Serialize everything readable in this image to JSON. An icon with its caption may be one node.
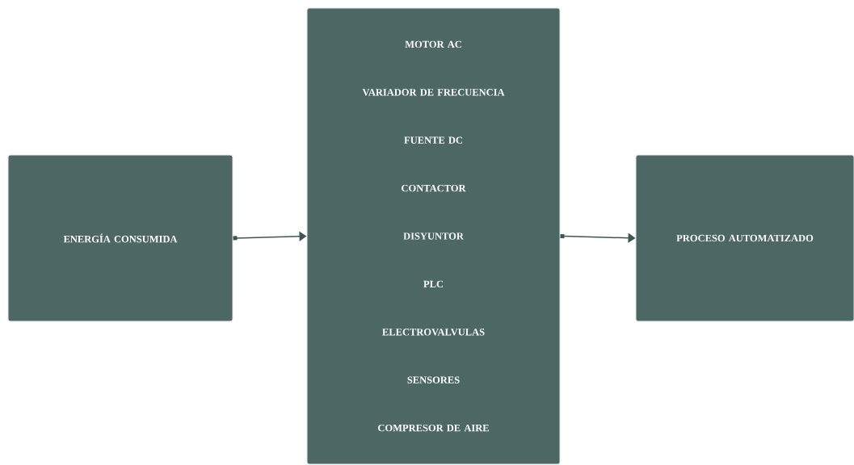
{
  "diagram": {
    "nodes": [
      {
        "text": [
          "ENERGÍA CONSUMIDA"
        ]
      },
      {
        "text": [
          "MOTOR AC",
          "VARIADOR DE FRECUENCIA",
          "FUENTE DC",
          "CONTACTOR",
          "DISYUNTOR",
          "PLC",
          "ELECTROVALVULAS",
          "SENSORES",
          "COMPRESOR DE AIRE"
        ]
      },
      {
        "text": [
          "PROCESO AUTOMATIZADO"
        ]
      }
    ],
    "edges": [
      {
        "from": 0,
        "to": 1,
        "arrow": "to"
      },
      {
        "from": 1,
        "to": 2,
        "arrow": "to"
      }
    ]
  }
}
